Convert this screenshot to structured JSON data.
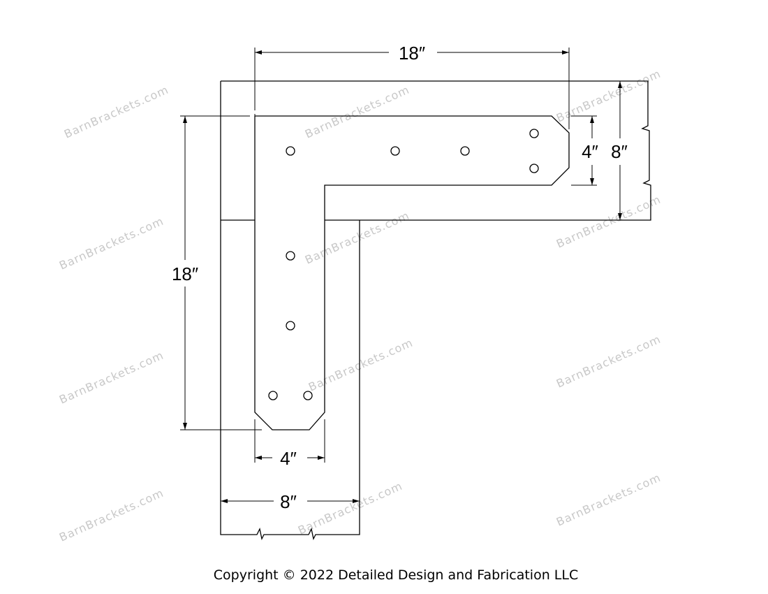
{
  "drawing": {
    "watermark": "BarnBrackets.com",
    "dimensions": {
      "top_length": "18″",
      "left_length": "18″",
      "bracket_width_right": "4″",
      "timber_width_right": "8″",
      "bracket_width_bottom": "4″",
      "timber_width_bottom": "8″"
    },
    "copyright": "Copyright © 2022 Detailed Design and Fabrication LLC"
  }
}
